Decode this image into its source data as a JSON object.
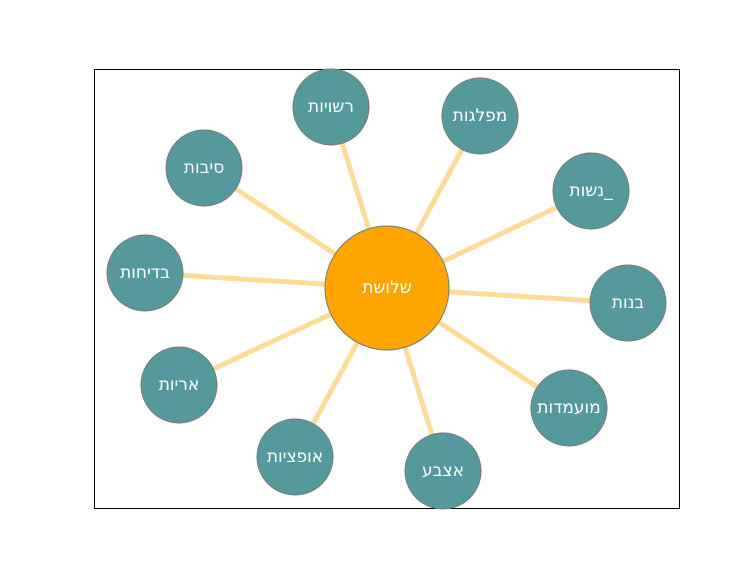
{
  "diagram": {
    "type": "star-network",
    "frame": true,
    "colors": {
      "center_fill": "#ffa500",
      "leaf_fill": "#56999c",
      "node_stroke": "#777777",
      "edge": "#fddc9a",
      "label": "#ffffff",
      "frame": "#000000"
    },
    "center": {
      "label": "שלושת"
    },
    "leaves": [
      {
        "id": "rshuyot",
        "label": "רשויות"
      },
      {
        "id": "miflagot",
        "label": "מפלגות"
      },
      {
        "id": "siboot",
        "label": "סיבות"
      },
      {
        "id": "nashot",
        "label": "נשות_"
      },
      {
        "id": "bdichot",
        "label": "בדיחות"
      },
      {
        "id": "banot",
        "label": "בנות"
      },
      {
        "id": "ariyot",
        "label": "אריות"
      },
      {
        "id": "moamadot",
        "label": "מועמדות"
      },
      {
        "id": "optziot",
        "label": "אופציות"
      },
      {
        "id": "etzba",
        "label": "אצבע"
      }
    ]
  }
}
